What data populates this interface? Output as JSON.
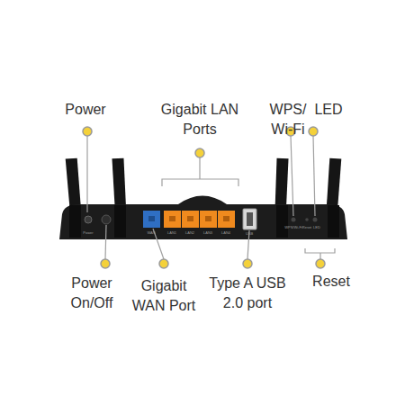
{
  "diagram": {
    "labels": [
      "Power",
      "Gigabit LAN Ports",
      "WPS/ Wi-Fi",
      "LED",
      "Power On/Off",
      "Gigabit WAN Port",
      "Type A USB 2.0 port",
      "Reset",
      "Power",
      "WAN",
      "LAN1",
      "LAN2",
      "LAN3",
      "LAN4",
      "USB",
      "WPS/Wi-Fi",
      "Reset",
      "LED"
    ]
  }
}
